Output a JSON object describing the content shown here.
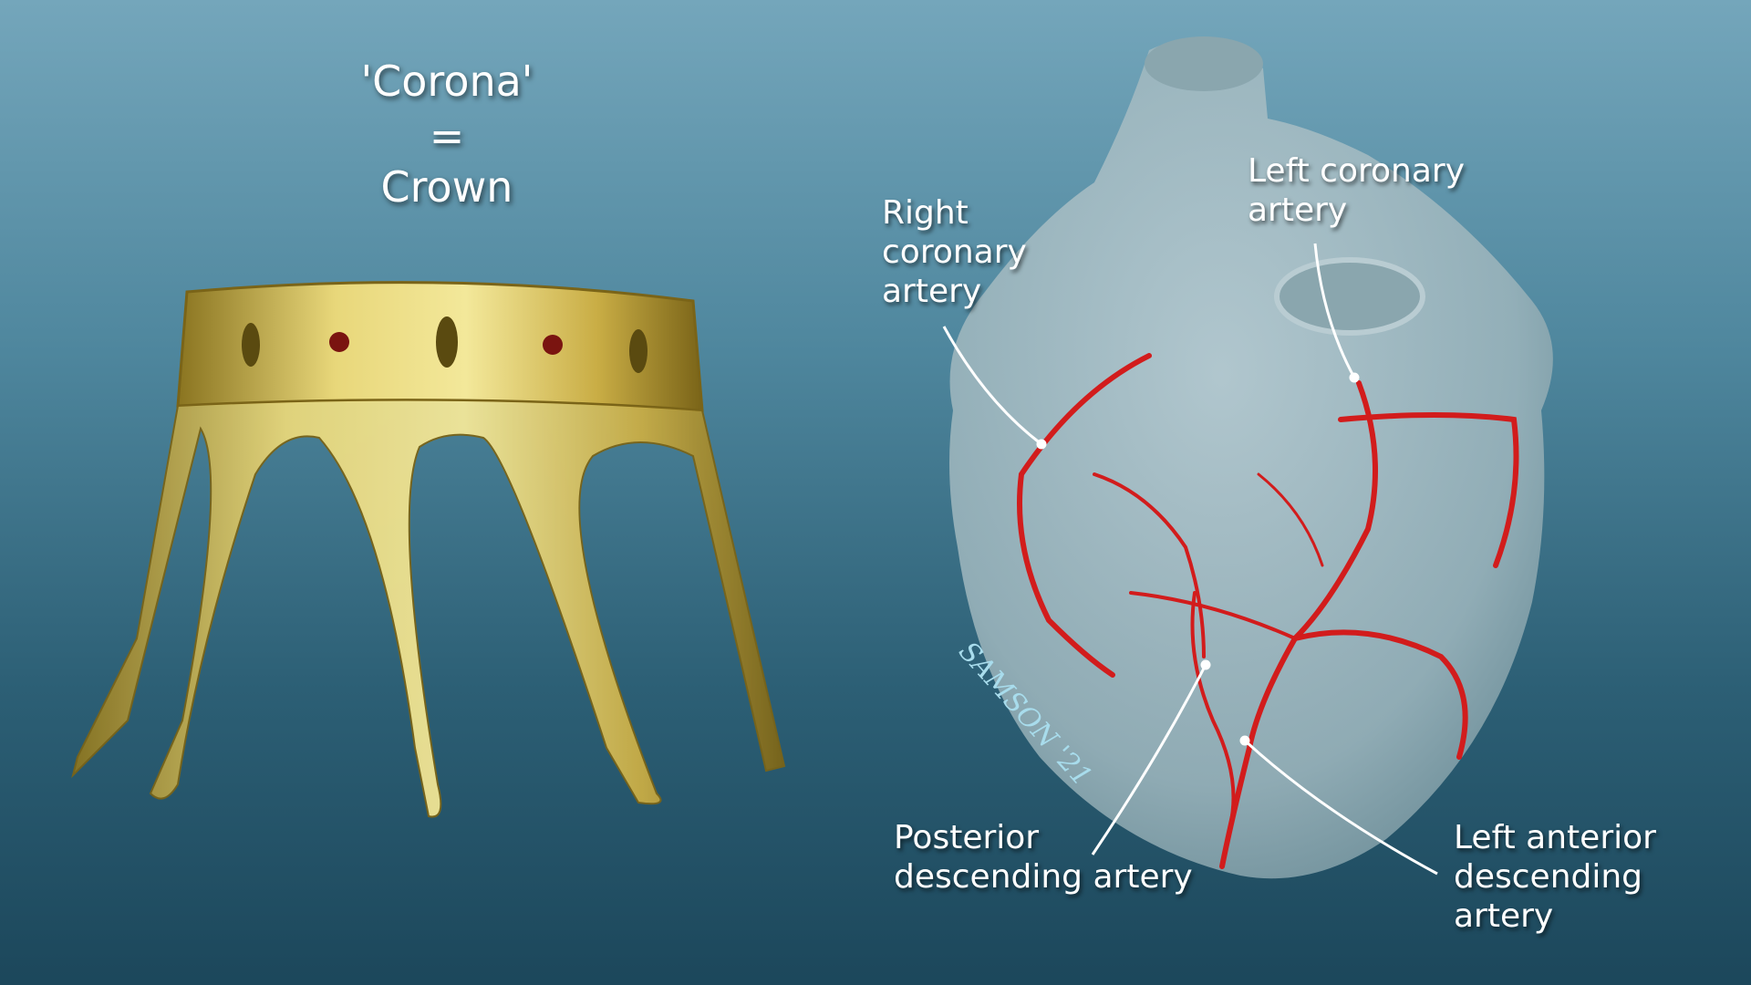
{
  "title": {
    "line1": "'Corona'",
    "line2": "=",
    "line3": "Crown"
  },
  "labels": {
    "right_coronary": [
      "Right",
      "coronary",
      "artery"
    ],
    "left_coronary": [
      "Left coronary",
      "artery"
    ],
    "posterior_descending": [
      "Posterior",
      "descending artery"
    ],
    "left_anterior_descending": [
      "Left anterior",
      "descending",
      "artery"
    ]
  },
  "signature": "Samson '21",
  "colors": {
    "artery": "#d21c1c",
    "crown": "#d9c255",
    "heart": "#a9bfc6",
    "background_top": "#74a6bb",
    "background_bottom": "#1c475b"
  }
}
